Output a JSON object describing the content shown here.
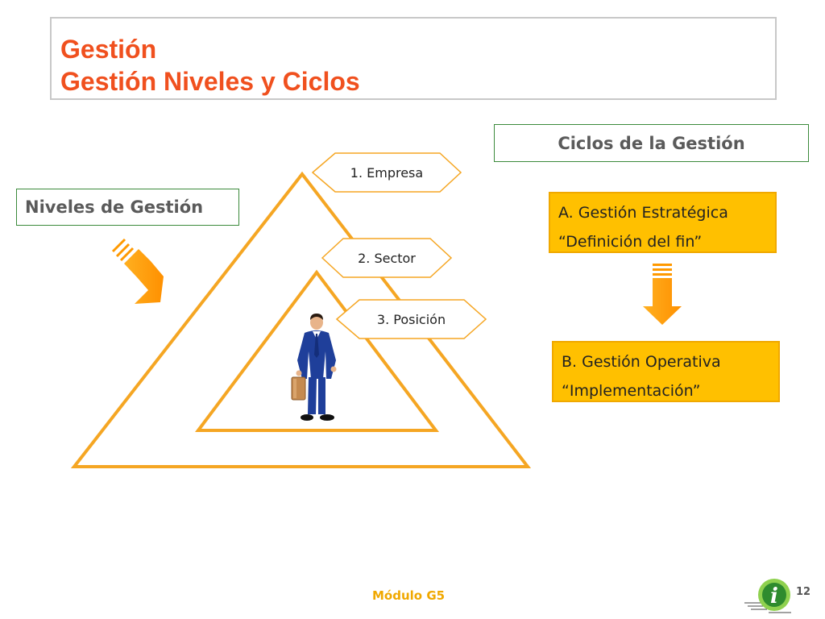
{
  "header": {
    "title_line1": "Gestión",
    "title_line2": "Gestión Niveles y Ciclos"
  },
  "niveles": {
    "label": "Niveles de Gestión",
    "levels": [
      "1. Empresa",
      "2. Sector",
      "3. Posición"
    ]
  },
  "ciclos": {
    "label": "Ciclos de la Gestión",
    "phase_a": {
      "line1": "A. Gestión Estratégica",
      "line2": "“Definición del fin”"
    },
    "phase_b": {
      "line1": "B. Gestión Operativa",
      "line2": "“Implementación”"
    }
  },
  "footer": {
    "module": "Módulo G5",
    "page_number": "12",
    "logo_letter": "i"
  },
  "colors": {
    "title": "#f0501e",
    "triangle": "#f5a623",
    "phase_fill": "#ffc000",
    "box_border": "#3b8a3b",
    "hex_border": "#f5a623"
  }
}
